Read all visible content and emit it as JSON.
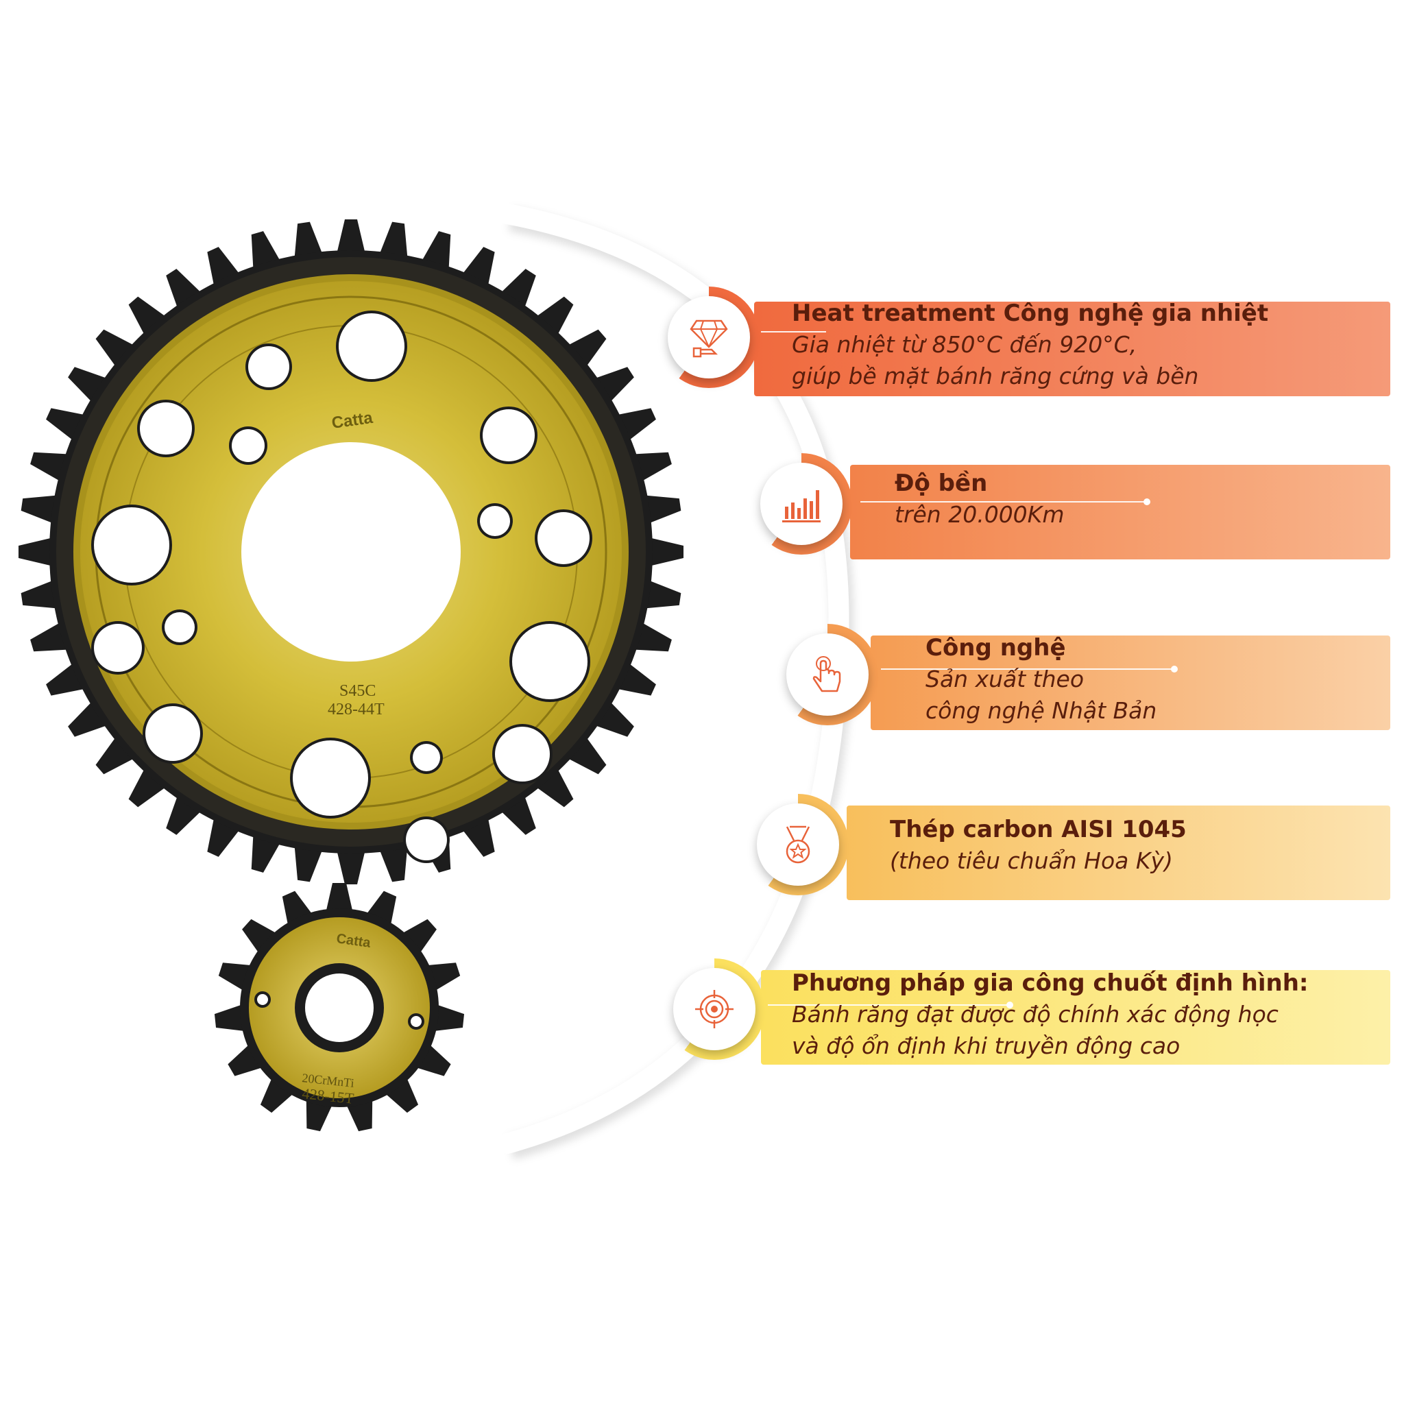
{
  "colors": {
    "gold": "#c9b02a",
    "gold_light": "#e3d36a",
    "steel": "#1d1d1d",
    "band_1": "#f07045",
    "band_2": "#f38a4d",
    "band_3": "#f6a35a",
    "band_4": "#f8c266",
    "band_5": "#fbe26a",
    "text": "#5a1e0c",
    "icon": "#e8633a"
  },
  "sprocket_large": {
    "brand": "Catta",
    "material": "S45C",
    "spec": "428-44T"
  },
  "sprocket_small": {
    "brand": "Catta",
    "material": "20CrMnTi",
    "spec": "428-15T"
  },
  "features": [
    {
      "icon": "diamond-hand-icon",
      "title_en": "Heat treatment",
      "title_vi": "Công nghệ gia nhiệt",
      "line1": "Gia nhiệt từ 850°C đến 920°C,",
      "line2": "giúp bề mặt bánh răng cứng và bền"
    },
    {
      "icon": "bar-chart-icon",
      "title": "Độ bền",
      "line1": "trên 20.000Km"
    },
    {
      "icon": "touch-finger-icon",
      "title": "Công nghệ",
      "line1": "Sản xuất theo",
      "line2": "công nghệ Nhật Bản"
    },
    {
      "icon": "medal-icon",
      "title": "Thép carbon AISI 1045",
      "line1": "(theo tiêu chuẩn Hoa Kỳ)"
    },
    {
      "icon": "target-icon",
      "title": "Phương pháp gia công chuốt định hình:",
      "line1": "Bánh răng đạt được độ chính xác động học",
      "line2": "và độ ổn định khi truyền động cao"
    }
  ]
}
